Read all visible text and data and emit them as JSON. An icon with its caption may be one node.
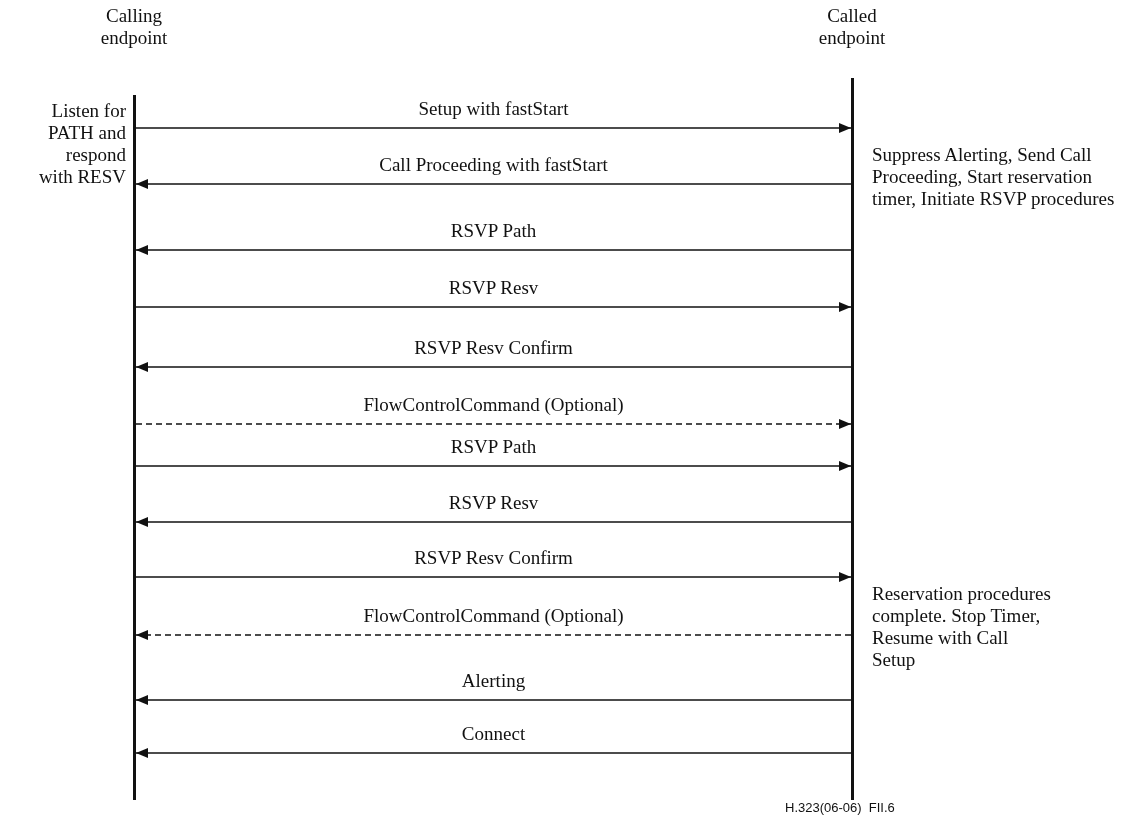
{
  "diagram": {
    "nodes": [
      {
        "text": [
          "Calling endpoint"
        ],
        "beside": [
          "Listen for PATH and respond with RESV"
        ]
      },
      {
        "text": [
          "Called endpoint"
        ],
        "beside": [
          "Suppress Alerting, Send Call Proceeding, Start reservation timer, Initiate RSVP procedures",
          "Reservation procedures complete. Stop Timer, Resume with Call Setup"
        ]
      }
    ],
    "edges": [
      {
        "from": 0,
        "to": 1,
        "arrow": "to",
        "label": "Setup with fastStart"
      },
      {
        "from": 1,
        "to": 0,
        "arrow": "to",
        "label": "Call Proceeding with fastStart"
      },
      {
        "from": 1,
        "to": 0,
        "arrow": "to",
        "label": "RSVP Path"
      },
      {
        "from": 0,
        "to": 1,
        "arrow": "to",
        "label": "RSVP Resv"
      },
      {
        "from": 1,
        "to": 0,
        "arrow": "to",
        "label": "RSVP Resv Confirm"
      },
      {
        "from": 0,
        "to": 1,
        "arrow": "to",
        "label": "FlowControlCommand (Optional)",
        "style": "dashed"
      },
      {
        "from": 0,
        "to": 1,
        "arrow": "to",
        "label": "RSVP Path"
      },
      {
        "from": 1,
        "to": 0,
        "arrow": "to",
        "label": "RSVP Resv"
      },
      {
        "from": 0,
        "to": 1,
        "arrow": "to",
        "label": "RSVP Resv Confirm"
      },
      {
        "from": 1,
        "to": 0,
        "arrow": "to",
        "label": "FlowControlCommand (Optional)",
        "style": "dashed"
      },
      {
        "from": 1,
        "to": 0,
        "arrow": "to",
        "label": "Alerting"
      },
      {
        "from": 1,
        "to": 0,
        "arrow": "to",
        "label": "Connect"
      }
    ],
    "labels": [
      "H.323(06-06)  FII.6"
    ]
  }
}
